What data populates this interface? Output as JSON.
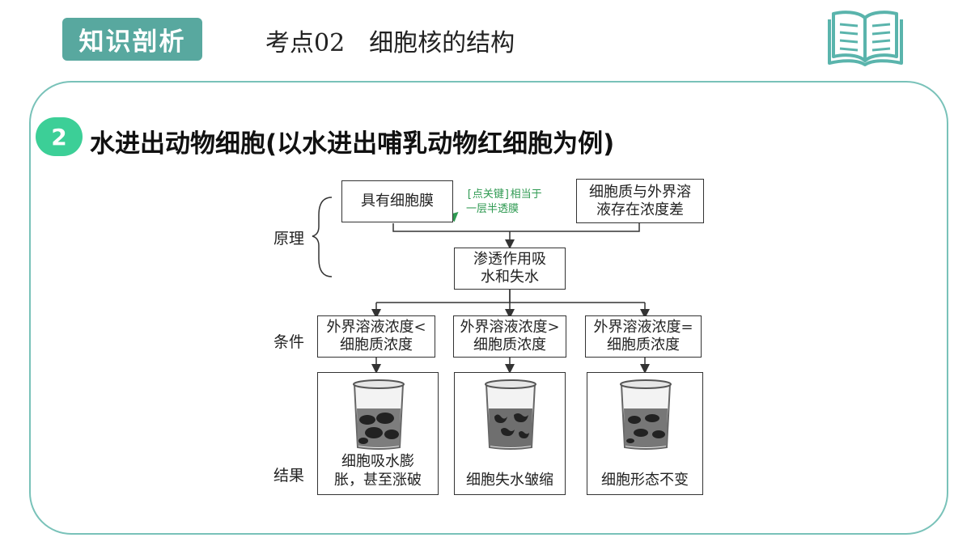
{
  "header": {
    "tag_label": "知识剖析",
    "title": "考点02　细胞核的结构",
    "icon": "open-book-icon"
  },
  "colors": {
    "tag_bg": "#58a89f",
    "badge_bg": "#3ccf97",
    "card_border": "#79c2b9",
    "icon_teal": "#5ab4ac",
    "note_green": "#2f9a52"
  },
  "section": {
    "number": "2",
    "title": "水进出动物细胞(以水进出哺乳动物红细胞为例)"
  },
  "diagram": {
    "row_labels": {
      "principle": "原理",
      "condition": "条件",
      "result": "结果"
    },
    "principle": {
      "left_box": "具有细胞膜",
      "right_box": [
        "细胞质与外界溶",
        "液存在浓度差"
      ],
      "note": [
        "[点关键]相当于",
        "一层半透膜"
      ],
      "center_box": [
        "渗透作用吸",
        "水和失水"
      ]
    },
    "conditions": [
      [
        "外界溶液浓度<",
        "细胞质浓度"
      ],
      [
        "外界溶液浓度>",
        "细胞质浓度"
      ],
      [
        "外界溶液浓度=",
        "细胞质浓度"
      ]
    ],
    "results": [
      {
        "text": [
          "细胞吸水膨",
          "胀，甚至涨破"
        ],
        "cell_state": "swollen"
      },
      {
        "text": [
          "细胞失水皱缩"
        ],
        "cell_state": "shrunken"
      },
      {
        "text": [
          "细胞形态不变"
        ],
        "cell_state": "normal"
      }
    ]
  }
}
